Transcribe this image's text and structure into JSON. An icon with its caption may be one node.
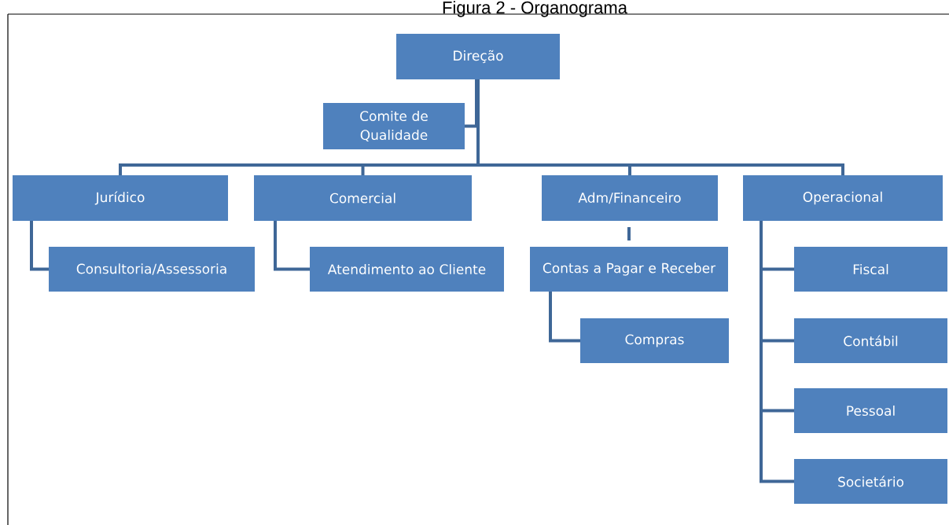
{
  "diagram": {
    "title": "Figura 2 - Organograma",
    "nodes": [
      {
        "text": [
          "Direção"
        ]
      },
      {
        "text": [
          "Comite de Qualidade"
        ]
      },
      {
        "text": [
          "Jurídico"
        ]
      },
      {
        "text": [
          "Comercial"
        ]
      },
      {
        "text": [
          "Adm/Financeiro"
        ]
      },
      {
        "text": [
          "Operacional"
        ]
      },
      {
        "text": [
          "Consultoria/Assessoria"
        ]
      },
      {
        "text": [
          "Atendimento ao Cliente"
        ]
      },
      {
        "text": [
          "Contas a Pagar e Receber"
        ]
      },
      {
        "text": [
          "Compras"
        ]
      },
      {
        "text": [
          "Fiscal"
        ]
      },
      {
        "text": [
          "Contábil"
        ]
      },
      {
        "text": [
          "Pessoal"
        ]
      },
      {
        "text": [
          "Societário"
        ]
      }
    ],
    "edges": [
      {
        "from": 0,
        "to": 1,
        "arrow": "none"
      },
      {
        "from": 0,
        "to": 2,
        "arrow": "none"
      },
      {
        "from": 0,
        "to": 3,
        "arrow": "none"
      },
      {
        "from": 0,
        "to": 4,
        "arrow": "none"
      },
      {
        "from": 0,
        "to": 5,
        "arrow": "none"
      },
      {
        "from": 2,
        "to": 6,
        "arrow": "none"
      },
      {
        "from": 3,
        "to": 7,
        "arrow": "none"
      },
      {
        "from": 4,
        "to": 8,
        "arrow": "none"
      },
      {
        "from": 8,
        "to": 9,
        "arrow": "none"
      },
      {
        "from": 5,
        "to": 10,
        "arrow": "none"
      },
      {
        "from": 5,
        "to": 11,
        "arrow": "none"
      },
      {
        "from": 5,
        "to": 12,
        "arrow": "none"
      },
      {
        "from": 5,
        "to": 13,
        "arrow": "none"
      }
    ]
  }
}
